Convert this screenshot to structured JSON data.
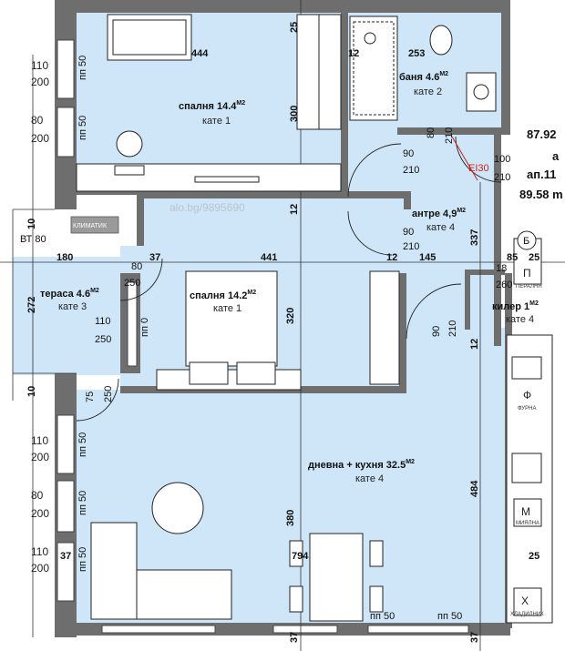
{
  "colors": {
    "floor": "#cfe6f8",
    "wall": "#6e6e6e",
    "line": "#222222",
    "ei": "#cc2222"
  },
  "rooms": {
    "bedroom1": {
      "name": "спалня 14.4",
      "sup": "М2",
      "floor": "кате 1"
    },
    "bedroom2": {
      "name": "спалня 14.2",
      "sup": "М2",
      "floor": "кате 1"
    },
    "bath": {
      "name": "баня 4.6",
      "sup": "М2",
      "floor": "кате 2"
    },
    "hall": {
      "name": "антре 4,9",
      "sup": "М2",
      "floor": "кате 4"
    },
    "terrace": {
      "name": "тераса 4.6",
      "sup": "М2",
      "floor": "кате 3"
    },
    "pantry": {
      "name": "килер 1",
      "sup": "М2",
      "floor": "кате 4"
    },
    "living": {
      "name": "дневна + кухня 32.5",
      "sup": "М2",
      "floor": "кате 4"
    }
  },
  "dims": {
    "d444": "444",
    "d25a": "25",
    "d12a": "12",
    "d253": "253",
    "d300": "300",
    "d80a": "80",
    "d210a": "210",
    "d90a": "90",
    "d210b": "210",
    "d100": "100",
    "d210c": "210",
    "d12b": "12",
    "d90b": "90",
    "d210d": "210",
    "d337": "337",
    "d85": "85",
    "d25b": "25",
    "d180": "180",
    "d441": "441",
    "d12c": "12",
    "d145": "145",
    "d18": "18",
    "d260": "260",
    "d80b": "80",
    "d37a": "37",
    "d250a": "250",
    "d272": "272",
    "d110a": "110",
    "d250b": "250",
    "pp0": "пп 0",
    "d320": "320",
    "d90c": "90",
    "d210e": "210",
    "d12d": "12",
    "d75": "75",
    "d250c": "250",
    "d10a": "10",
    "d10b": "10",
    "d380": "380",
    "d484": "484",
    "d794": "794",
    "d37b": "37",
    "d25c": "25",
    "d37c": "37",
    "d37d": "37",
    "pp50a": "пп 50",
    "pp50b": "пп 50"
  },
  "windows": {
    "w1": {
      "a": "110",
      "b": "200",
      "pp": "пп 50"
    },
    "w2": {
      "a": "80",
      "b": "200",
      "pp": "пп 50"
    },
    "w3": {
      "a": "110",
      "b": "200",
      "pp": "пп 50"
    },
    "w4": {
      "a": "80",
      "b": "200",
      "pp": "пп 50"
    },
    "w5": {
      "a": "110",
      "b": "200",
      "pp": "пп 50"
    }
  },
  "bt": "ВТ 80",
  "ac": "КЛИМАТИК",
  "watermark": "alo.bg/9895690",
  "ei": "EI30",
  "area_right": {
    "a": "87.92",
    "b": "а",
    "c": "ап.11",
    "d": "89.58 m"
  },
  "appliances": {
    "fridge_letter": "Б",
    "wash_letter": "П",
    "wash_label": "ПЕРАЛНЯ",
    "oven_letter": "Ф",
    "oven_label": "ФУРНА",
    "dish_letter": "М",
    "dish_label": "МИЯЛНА",
    "cool_letter": "Х",
    "cool_label": "ХЛАДИЛНИК"
  }
}
